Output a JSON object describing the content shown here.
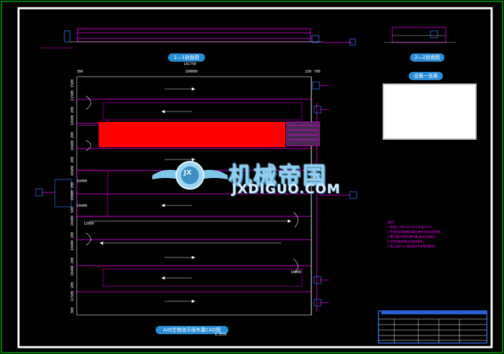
{
  "drawing": {
    "title_main": "A/O生物池平面布置CAD图",
    "scale_main": "1:350",
    "section_1": "1—1剖面图",
    "section_2": "2—2剖面图",
    "table_title": "设备一览表",
    "overall_dim": "101750",
    "inner_dim": "100000",
    "left_margin": "300",
    "right_margin_1": "250",
    "right_margin_2": "700",
    "dim_left_values": [
      "1500",
      "11500",
      "200",
      "10400",
      "200",
      "10400",
      "200",
      "10400",
      "200",
      "10400",
      "500",
      "10400",
      "200",
      "10400",
      "200",
      "10400",
      "200",
      "11500",
      "300"
    ],
    "dim_12000": "12000",
    "dim_10000": "10000",
    "dim_10400a": "10400",
    "dim_10400b": "10400"
  },
  "watermark": {
    "cn": "机械帝国",
    "en": "JXDIGUO.COM",
    "badge": "JX"
  },
  "notes": [
    "说明:",
    "1.本图尺寸单位以mm计,标高以m计。",
    "2.生物池采用钢筋混凝土结构,池体见结构图。",
    "3.曝气管采用微孔曝气器,具体见设备表。",
    "4.池内设备安装详见相应图纸。",
    "5.施工时应与土建及相关专业密切配合。"
  ],
  "colors": {
    "line": "#ff00ff",
    "frame": "#ffffff",
    "outer": "#00ff00",
    "red_block": "#ff0000",
    "pill": "#2a8fd6",
    "watermark": "#8fd0f2"
  }
}
